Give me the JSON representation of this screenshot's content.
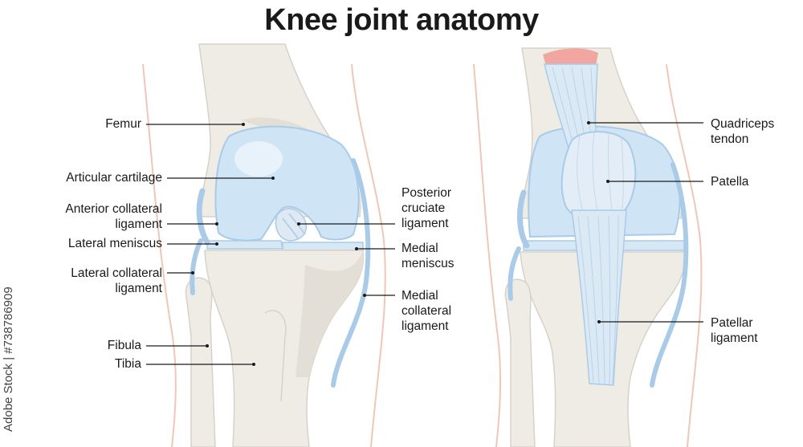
{
  "title": "Knee joint anatomy",
  "credit": "Adobe Stock | #738786909",
  "labels": {
    "femur": "Femur",
    "articular_cartilage": "Articular cartilage",
    "anterior_collateral_1": "Anterior collateral",
    "anterior_collateral_2": "ligament",
    "lateral_meniscus": "Lateral meniscus",
    "lateral_collateral_1": "Lateral collateral",
    "lateral_collateral_2": "ligament",
    "fibula": "Fibula",
    "tibia": "Tibia",
    "posterior_cruciate_1": "Posterior",
    "posterior_cruciate_2": "cruciate",
    "posterior_cruciate_3": "ligament",
    "medial_meniscus_1": "Medial",
    "medial_meniscus_2": "meniscus",
    "medial_collateral_1": "Medial",
    "medial_collateral_2": "collateral",
    "medial_collateral_3": "ligament",
    "quadriceps_1": "Quadriceps",
    "quadriceps_2": "tendon",
    "patella": "Patella",
    "patellar_1": "Patellar",
    "patellar_2": "ligament"
  },
  "colors": {
    "bone": "#efece6",
    "bone_shadow": "#d7d2c9",
    "cartilage": "#cfe4f4",
    "ligament": "#a9cbe8",
    "skin_line": "#f0c7b6",
    "muscle": "#f2a6a0",
    "leader": "#1a1a1a"
  }
}
